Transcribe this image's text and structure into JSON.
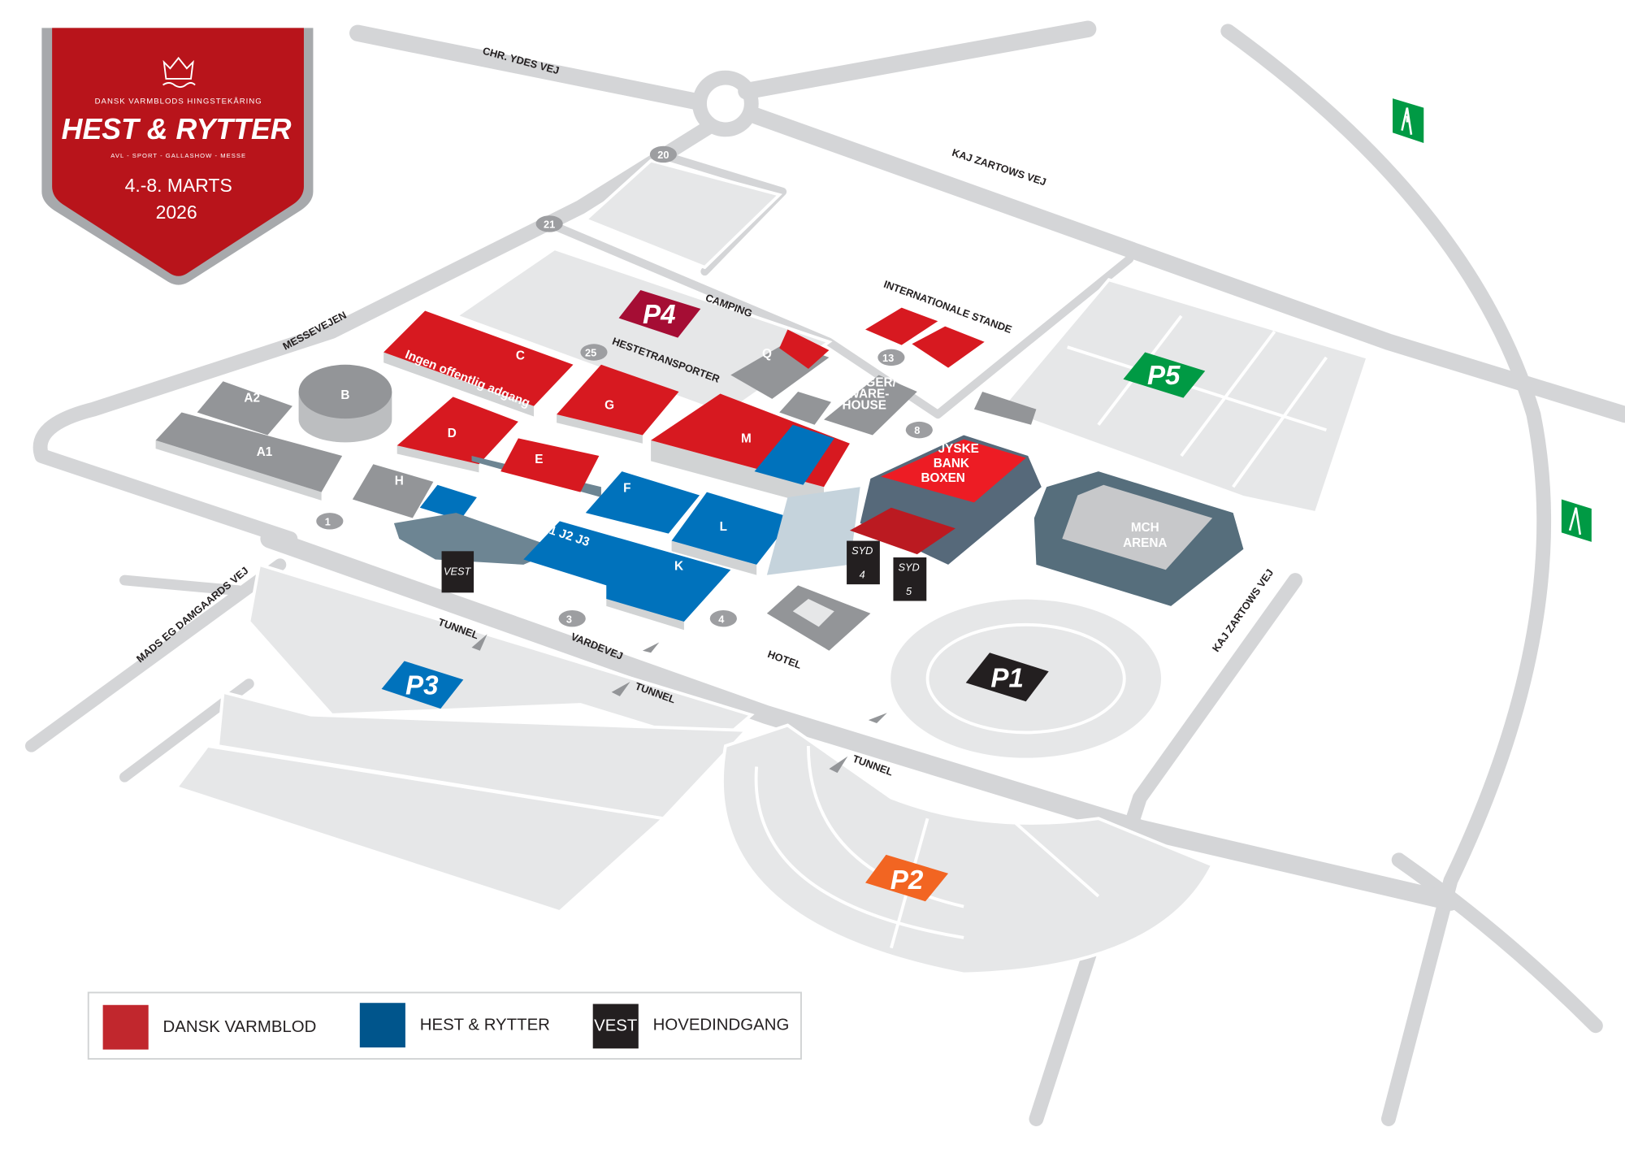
{
  "logo": {
    "subtitle": "DANSK VARMBLODS HINGSTEKÅRING",
    "title": "HEST & RYTTER",
    "tagline": "AVL - SPORT - GALLASHOW - MESSE",
    "dates": "4.-8. MARTS",
    "year": "2026"
  },
  "roads": {
    "chr_ydes_vej": "CHR. YDES VEJ",
    "kaj_zartows_vej_north": "KAJ ZARTOWS VEJ",
    "messevejen": "MESSEVEJEN",
    "mads_eg_damgaards_vej": "MADS EG DAMGAARDS VEJ",
    "vardevej": "VARDEVEJ",
    "kaj_zartows_vej_east": "KAJ ZARTOWS VEJ"
  },
  "areas": {
    "camping": "CAMPING",
    "hestetransporter": "HESTETRANSPORTER",
    "internationale_stande": "INTERNATIONALE STANDE",
    "tunnel": "TUNNEL",
    "hotel": "HOTEL"
  },
  "buildings": {
    "a1": "A1",
    "a2": "A2",
    "b": "B",
    "c": "C",
    "c_note": "Ingen offentlig adgang",
    "d": "D",
    "e": "E",
    "f": "F",
    "g": "G",
    "h": "H",
    "j": "J1 J2 J3",
    "k": "K",
    "l": "L",
    "m": "M",
    "q": "Q",
    "lager": [
      "LAGER/",
      "WARE-",
      "HOUSE"
    ],
    "boxen": [
      "JYSKE",
      "BANK",
      "BOXEN"
    ],
    "arena": [
      "MCH",
      "ARENA"
    ]
  },
  "parking": {
    "p1": "P1",
    "p2": "P2",
    "p3": "P3",
    "p4": "P4",
    "p5": "P5"
  },
  "gates": {
    "g20": "20",
    "g21": "21",
    "g25": "25",
    "g13": "13",
    "g8": "8",
    "g1": "1",
    "g3": "3",
    "g4": "4"
  },
  "entrances": {
    "vest": "VEST",
    "syd": "SYD",
    "syd4": "4",
    "syd5": "5"
  },
  "legend": [
    {
      "label": "DANSK VARMBLOD",
      "color": "#c1272d"
    },
    {
      "label": "HEST & RYTTER",
      "color": "#00558c"
    },
    {
      "label": "HOVEDINDGANG",
      "swatch_text": "VEST",
      "color": "#231f20"
    }
  ],
  "colors": {
    "p1": "#231f20",
    "p2": "#f26522",
    "p3": "#0072bc",
    "p4": "#a50d34",
    "p5": "#009a44",
    "motorway": "#009a44"
  }
}
